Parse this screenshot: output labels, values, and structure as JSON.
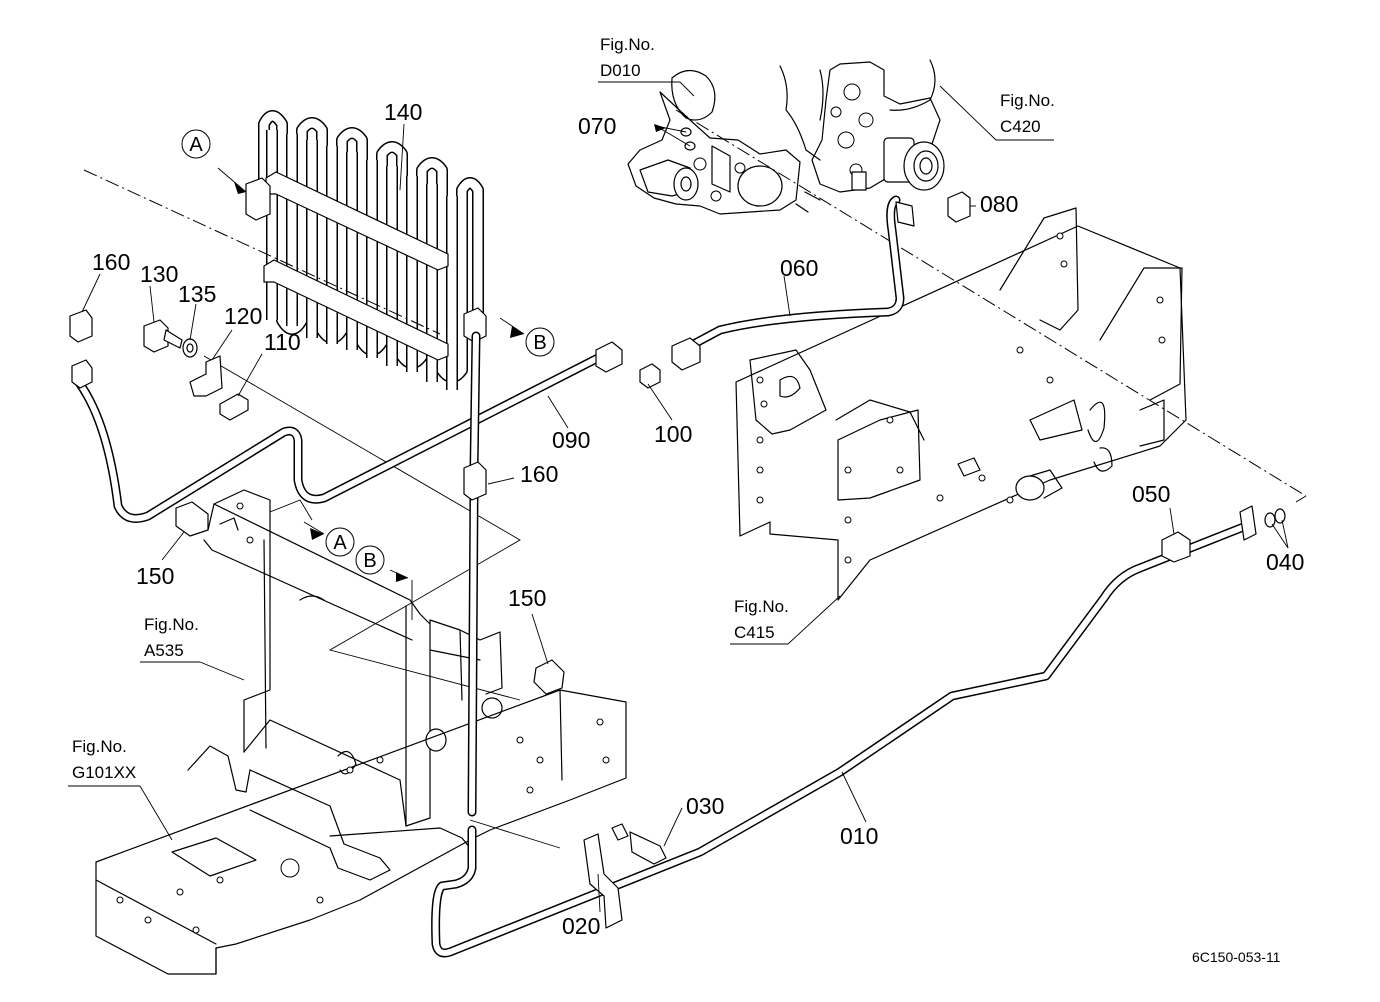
{
  "drawing_code": "6C150-053-11",
  "part_labels": [
    {
      "id": "p010",
      "text": "010"
    },
    {
      "id": "p020",
      "text": "020"
    },
    {
      "id": "p030",
      "text": "030"
    },
    {
      "id": "p040",
      "text": "040"
    },
    {
      "id": "p050",
      "text": "050"
    },
    {
      "id": "p060",
      "text": "060"
    },
    {
      "id": "p070",
      "text": "070"
    },
    {
      "id": "p080",
      "text": "080"
    },
    {
      "id": "p090",
      "text": "090"
    },
    {
      "id": "p100",
      "text": "100"
    },
    {
      "id": "p110",
      "text": "110"
    },
    {
      "id": "p120",
      "text": "120"
    },
    {
      "id": "p130",
      "text": "130"
    },
    {
      "id": "p135",
      "text": "135"
    },
    {
      "id": "p140",
      "text": "140"
    },
    {
      "id": "p150a",
      "text": "150"
    },
    {
      "id": "p150b",
      "text": "150"
    },
    {
      "id": "p160a",
      "text": "160"
    },
    {
      "id": "p160b",
      "text": "160"
    }
  ],
  "figure_refs": [
    {
      "id": "d010",
      "prefix": "Fig.No.",
      "code": "D010"
    },
    {
      "id": "c420",
      "prefix": "Fig.No.",
      "code": "C420"
    },
    {
      "id": "c415",
      "prefix": "Fig.No.",
      "code": "C415"
    },
    {
      "id": "a535",
      "prefix": "Fig.No.",
      "code": "A535"
    },
    {
      "id": "g101",
      "prefix": "Fig.No.",
      "code": "G101XX"
    }
  ],
  "connection_marks": [
    "A",
    "B",
    "A",
    "B"
  ]
}
